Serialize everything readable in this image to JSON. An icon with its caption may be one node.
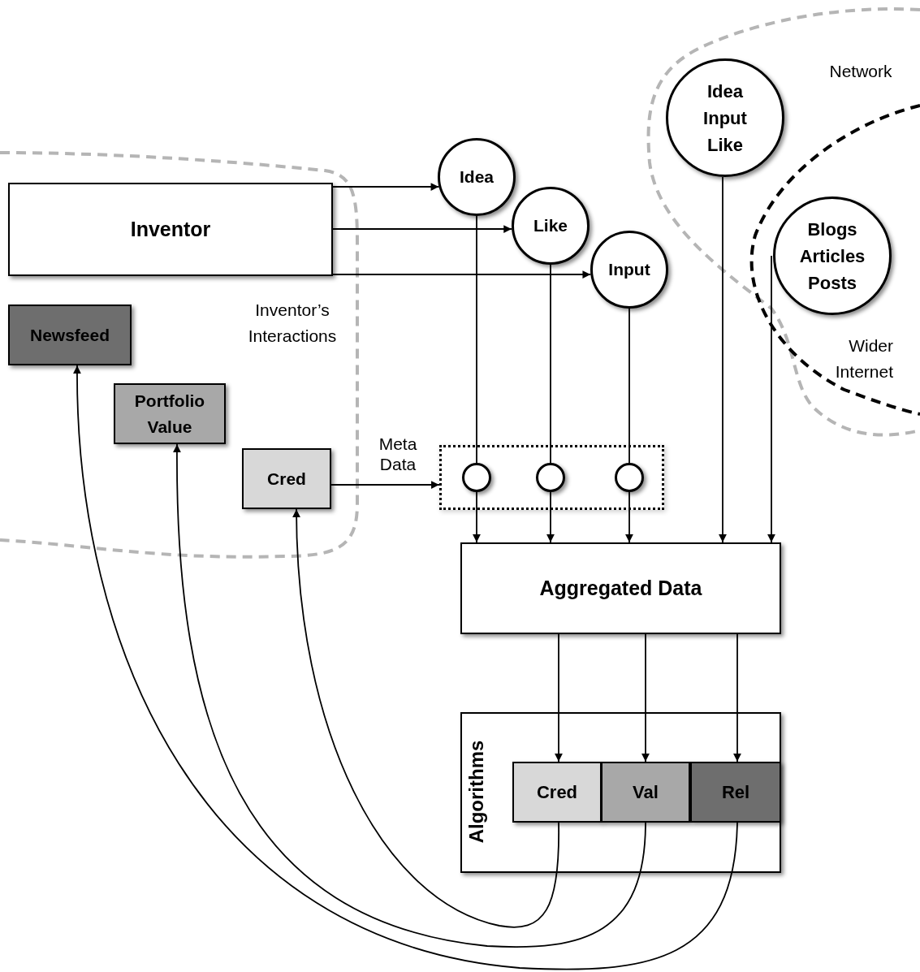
{
  "diagram": {
    "nodes": [
      {
        "text": [
          "Inventor"
        ]
      },
      {
        "text": [
          "Idea"
        ]
      },
      {
        "text": [
          "Like"
        ]
      },
      {
        "text": [
          "Input"
        ]
      },
      {
        "text": [
          "Idea Input Like"
        ]
      },
      {
        "text": [
          "Blogs Articles Posts"
        ]
      },
      {
        "text": [
          "Newsfeed"
        ]
      },
      {
        "text": [
          "Portfolio Value"
        ]
      },
      {
        "text": [
          "Cred"
        ]
      },
      {
        "text": [],
        "shape": "box"
      },
      {
        "text": [],
        "shape": "circle",
        "in": 9
      },
      {
        "text": [],
        "shape": "circle",
        "in": 9
      },
      {
        "text": [],
        "shape": "circle",
        "in": 9
      },
      {
        "text": [
          "Aggregated Data"
        ]
      },
      {
        "text": [
          "Algorithms"
        ]
      },
      {
        "text": [
          "Cred"
        ],
        "in": 14
      },
      {
        "text": [
          "Val"
        ],
        "in": 14
      },
      {
        "text": [
          "Rel"
        ],
        "in": 14
      }
    ],
    "edges": [
      {
        "from": 0,
        "to": 1,
        "arrow": "to"
      },
      {
        "from": 0,
        "to": 2,
        "arrow": "to"
      },
      {
        "from": 0,
        "to": 3,
        "arrow": "to"
      },
      {
        "from": 1,
        "to": 10,
        "arrow": "none"
      },
      {
        "from": 2,
        "to": 11,
        "arrow": "none"
      },
      {
        "from": 3,
        "to": 12,
        "arrow": "none"
      },
      {
        "from": 10,
        "to": 13,
        "arrow": "to"
      },
      {
        "from": 11,
        "to": 13,
        "arrow": "to"
      },
      {
        "from": 12,
        "to": 13,
        "arrow": "to"
      },
      {
        "from": 4,
        "to": 13,
        "arrow": "to"
      },
      {
        "from": 5,
        "to": 13,
        "arrow": "to"
      },
      {
        "from": 8,
        "to": 9,
        "arrow": "to",
        "label": "Meta Data"
      },
      {
        "from": 13,
        "to": 15,
        "arrow": "to"
      },
      {
        "from": 13,
        "to": 16,
        "arrow": "to"
      },
      {
        "from": 13,
        "to": 17,
        "arrow": "to"
      },
      {
        "from": 15,
        "to": 8,
        "arrow": "to"
      },
      {
        "from": 16,
        "to": 7,
        "arrow": "to"
      },
      {
        "from": 17,
        "to": 6,
        "arrow": "to"
      }
    ],
    "labels": [
      "Network",
      "Inventor’s Interactions",
      "Wider Internet"
    ]
  }
}
